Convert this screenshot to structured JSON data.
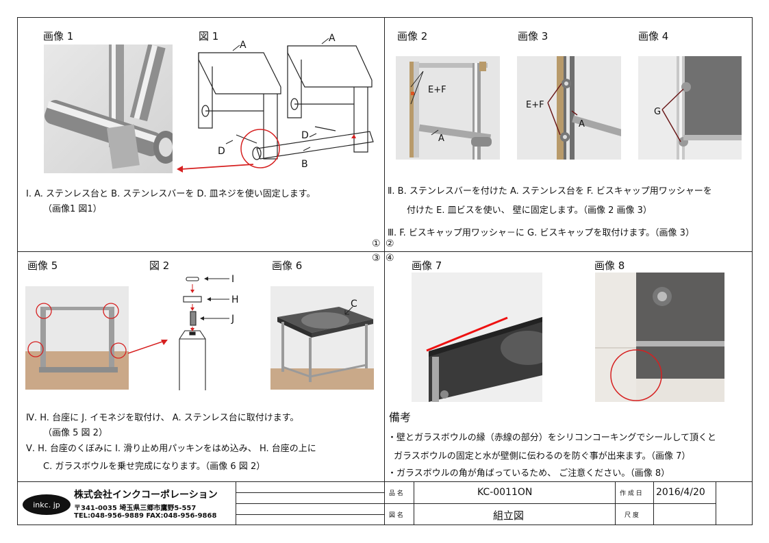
{
  "s1": {
    "photo1_label": "画像 1",
    "fig1_label": "図 1",
    "callouts": {
      "A1": "A",
      "A2": "A",
      "D1": "D",
      "D2": "D",
      "B": "B"
    },
    "line1": "Ⅰ.  A. ステンレス台と B. ステンレスバーを D. 皿ネジを使い固定します。",
    "line2": "（画像1  図1）"
  },
  "s2": {
    "photo2_label": "画像 2",
    "photo3_label": "画像 3",
    "photo4_label": "画像 4",
    "ef1": "E+F",
    "a2": "A",
    "ef2": "E+F",
    "a3": "A",
    "g": "G",
    "line1": "Ⅱ.  B. ステンレスバーを付けた A. ステンレス台を F. ビスキャップ用ワッシャーを",
    "line2": "付けた E. 皿ビスを使い、 壁に固定します。（画像 2  画像 3）",
    "line3": "Ⅲ.  F. ビスキャップ用ワッシャ－に G. ビスキャップを取付けます。（画像 3）"
  },
  "nums": {
    "n1": "①",
    "n2": "②",
    "n3": "③",
    "n4": "④"
  },
  "s3": {
    "photo5_label": "画像 5",
    "fig2_label": "図 2",
    "photo6_label": "画像 6",
    "i": "I",
    "h": "H",
    "j": "J",
    "c": "C",
    "line1": "Ⅳ.  H. 台座に J. イモネジを取付け、 A. ステンレス台に取付けます。",
    "line2": "（画像 5  図 2）",
    "line3": "Ⅴ.  H. 台座のくぼみに I. 滑り止め用パッキンをはめ込み、 H. 台座の上に",
    "line4": "C. ガラスボウルを乗せ完成になります。（画像 6  図 2）"
  },
  "s4": {
    "photo7_label": "画像 7",
    "photo8_label": "画像 8",
    "notes_title": "備考",
    "note1": "・壁とガラスボウルの縁（赤線の部分）をシリコンコーキングでシールして頂くと",
    "note2": "ガラスボウルの固定と水が壁側に伝わるのを防ぐ事が出来ます。（画像 7）",
    "note3": "・ガラスボウルの角が角ばっているため、 ご注意ください。（画像 8）"
  },
  "titleblock": {
    "logo": "inkc. jp",
    "company": "株式会社インクコーポレーション",
    "address": "〒341-0035 埼玉県三郷市鷹野5-557",
    "tel": "TEL:048-956-9889  FAX:048-956-9868",
    "product_label": "品 名",
    "product": "KC-0011ON",
    "drawing_label": "図 名",
    "drawing": "組立図",
    "date_label": "作 成 日",
    "date": "2016/4/20",
    "scale_label": "尺 度"
  }
}
